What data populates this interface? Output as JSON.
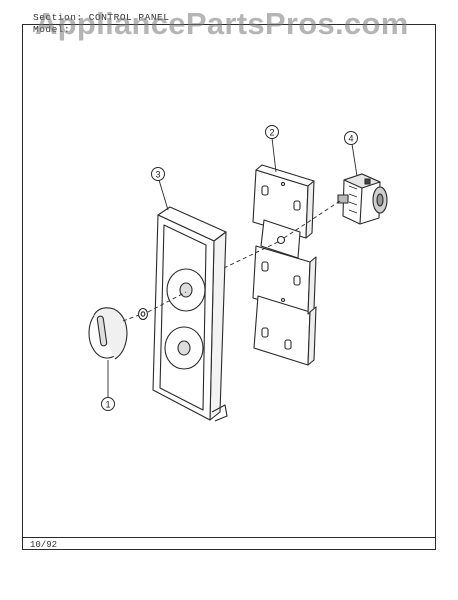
{
  "header": {
    "section": "Section:  CONTROL  PANEL",
    "model": "Model:"
  },
  "watermark": "AppliancePartsPros.com",
  "footer": {
    "date": "10/92"
  },
  "callouts": [
    "1",
    "2",
    "3",
    "4"
  ],
  "colors": {
    "line": "#2a2a2a",
    "watermark": "#8a8a8a"
  }
}
